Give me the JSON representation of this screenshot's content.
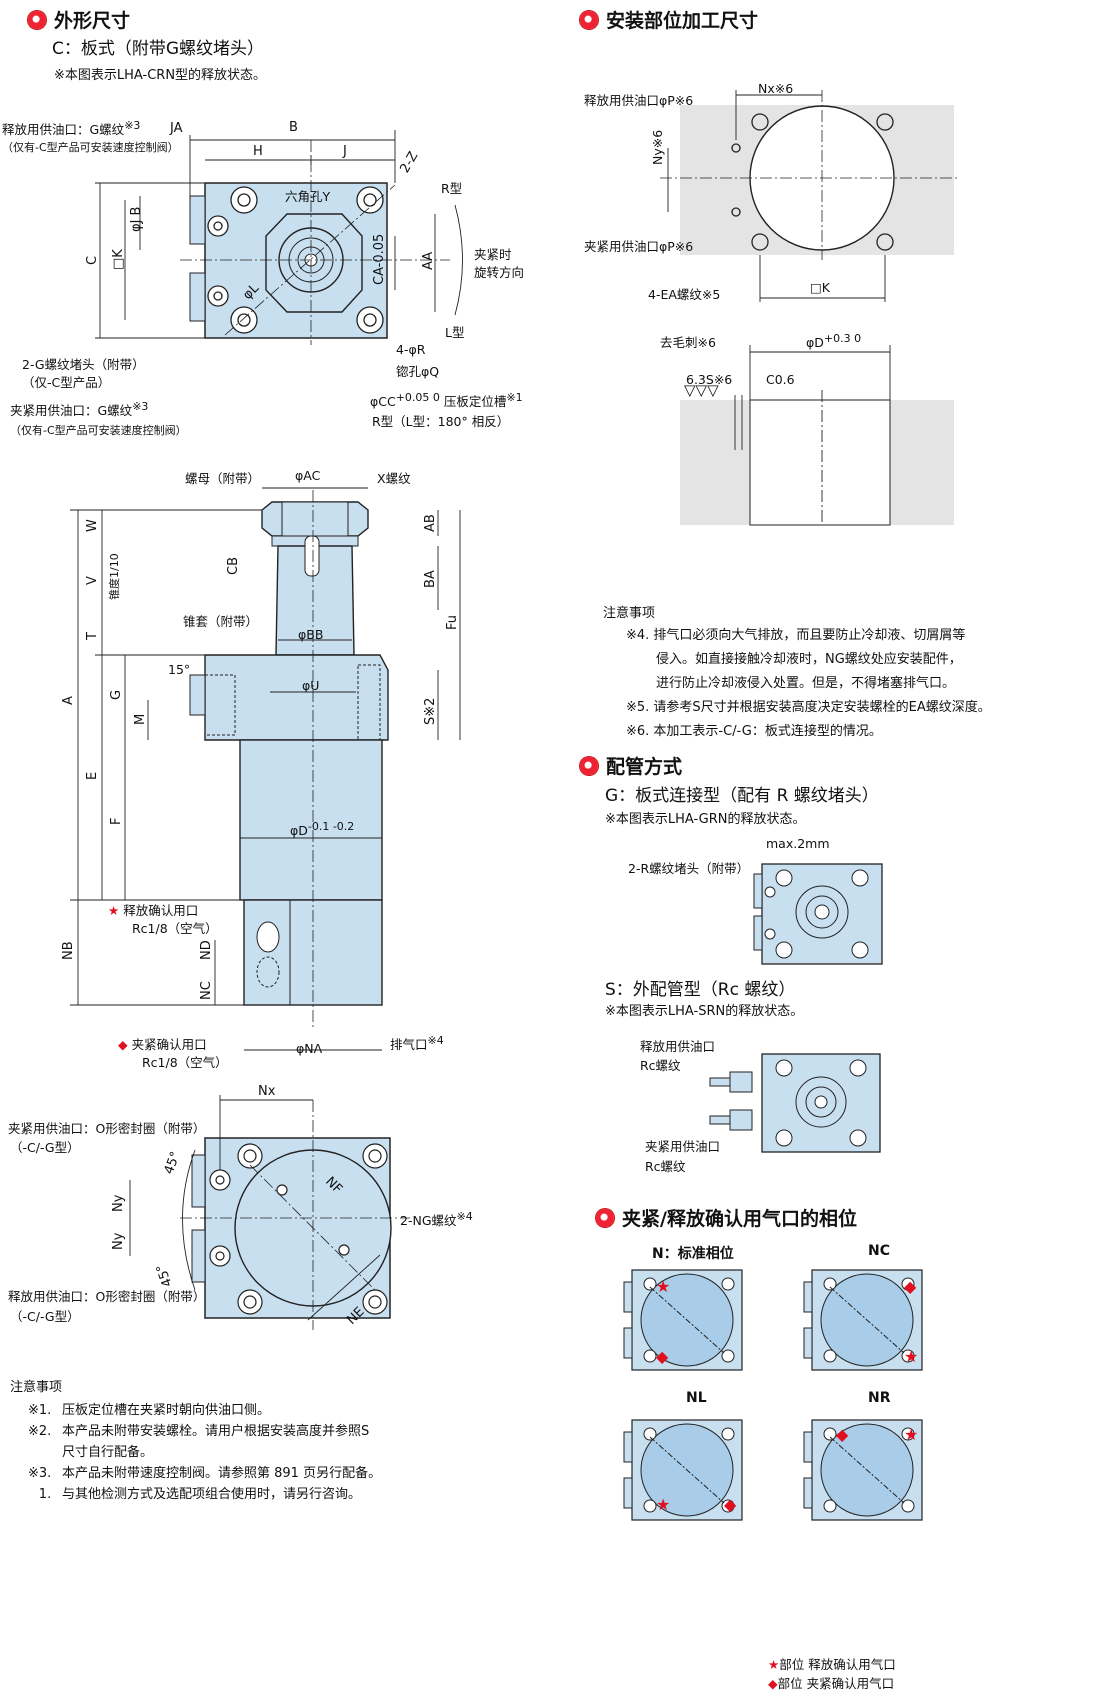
{
  "outline": {
    "title": "外形尺寸",
    "subtitle": "C：板式（附带G螺纹堵头）",
    "note": "※本图表示LHA-CRN型的释放状态。",
    "top_view": {
      "release_port": "释放用供油口：G螺纹",
      "release_port_sup": "※3",
      "release_port_note": "（仅有-C型产品可安装速度控制阀）",
      "plug": "2-G螺纹堵头（附带）",
      "plug_note": "（仅-C型产品）",
      "clamp_port": "夹紧用供油口：G螺纹",
      "clamp_port_sup": "※3",
      "clamp_port_note": "（仅有-C型产品可安装速度控制阀）",
      "hex": "六角孔Y",
      "dims": [
        "JA",
        "B",
        "H",
        "J",
        "2-Z",
        "C",
        "□K",
        "φJB",
        "φL",
        "CA-0.05",
        "AA"
      ],
      "r_type": "R型",
      "l_type": "L型",
      "rotation_1": "夹紧时",
      "rotation_2": "旋转方向",
      "holes": "4-φR",
      "counterbore": "锪孔φQ",
      "groove": "φCC",
      "groove_tol": "+0.05 0",
      "groove_label": "压板定位槽",
      "groove_sup": "※1",
      "groove_note": "R型（L型：180° 相反）"
    },
    "side_view": {
      "nut": "螺母（附带）",
      "x_thread": "X螺纹",
      "ac": "φAC",
      "taper": "锥度1/10",
      "sleeve": "锥套（附带）",
      "bb": "φBB",
      "u": "φU",
      "angle": "15°",
      "d": "φD",
      "d_tol": "-0.1 -0.2",
      "release_confirm": "释放确认用口",
      "release_confirm_sub": "Rc1/8（空气）",
      "clamp_confirm": "夹紧确认用口",
      "clamp_confirm_sub": "Rc1/8（空气）",
      "na": "φNA",
      "exhaust": "排气口",
      "exhaust_sup": "※4",
      "dims_left": [
        "W",
        "V",
        "T",
        "A",
        "G",
        "M",
        "E",
        "F",
        "NB",
        "ND",
        "NC"
      ],
      "dims_right": [
        "AB",
        "BA",
        "Fu",
        "S※2"
      ],
      "cb": "CB"
    },
    "bottom_view": {
      "nx": "Nx",
      "clamp_port": "夹紧用供油口：O形密封圈（附带）",
      "clamp_port_note": "（-C/-G型）",
      "release_port": "释放用供油口：O形密封圈（附带）",
      "release_port_note": "（-C/-G型）",
      "ng": "2-NG螺纹",
      "ng_sup": "※4",
      "nf": "NF",
      "ne": "NE",
      "ny": "Ny",
      "angle": "45°"
    },
    "notes_title": "注意事项",
    "notes": [
      {
        "mark": "※1.",
        "text": "压板定位槽在夹紧时朝向供油口侧。"
      },
      {
        "mark": "※2.",
        "text": "本产品未附带安装螺栓。请用户根据安装高度并参照S"
      },
      {
        "mark": "",
        "text": "尺寸自行配备。"
      },
      {
        "mark": "※3.",
        "text": "本产品未附带速度控制阀。请参照第 891 页另行配备。"
      },
      {
        "mark": "1.",
        "text": "与其他检测方式及选配项组合使用时，请另行咨询。"
      }
    ]
  },
  "mounting": {
    "title": "安装部位加工尺寸",
    "nx": "Nx※6",
    "release_port": "释放用供油口φP※6",
    "clamp_port": "夹紧用供油口φP※6",
    "ny": "Ny※6",
    "ea": "4-EA螺纹※5",
    "k": "□K",
    "deburr": "去毛刺※6",
    "d": "φD",
    "d_tol": "+0.3 0",
    "roughness": "6.3S※6",
    "chamfer": "C0.6",
    "notes_title": "注意事项",
    "notes": [
      "※4. 排气口必须向大气排放，而且要防止冷却液、切屑屑等",
      "侵入。如直接接触冷却液时，NG螺纹处应安装配件，",
      "进行防止冷却液侵入处置。但是，不得堵塞排气口。",
      "※5. 请参考S尺寸并根据安装高度决定安装螺栓的EA螺纹深度。",
      "※6. 本加工表示-C/-G：板式连接型的情况。"
    ]
  },
  "piping": {
    "title": "配管方式",
    "g_type": "G：板式连接型（配有 R 螺纹堵头）",
    "g_note": "※本图表示LHA-GRN的释放状态。",
    "g_max": "max.2mm",
    "g_plug": "2-R螺纹堵头（附带）",
    "s_type": "S：外配管型（Rc 螺纹）",
    "s_note": "※本图表示LHA-SRN的释放状态。",
    "s_release": "释放用供油口",
    "s_release_sub": "Rc螺纹",
    "s_clamp": "夹紧用供油口",
    "s_clamp_sub": "Rc螺纹"
  },
  "phase": {
    "title": "夹紧/释放确认用气口的相位",
    "variants": [
      "N：标准相位",
      "NC",
      "NL",
      "NR"
    ],
    "legend_star": "★部位  释放确认用气口",
    "legend_diamond": "◆部位  夹紧确认用气口"
  },
  "colors": {
    "body": "#c8dff0",
    "line": "#222222",
    "accent": "#e01020"
  }
}
